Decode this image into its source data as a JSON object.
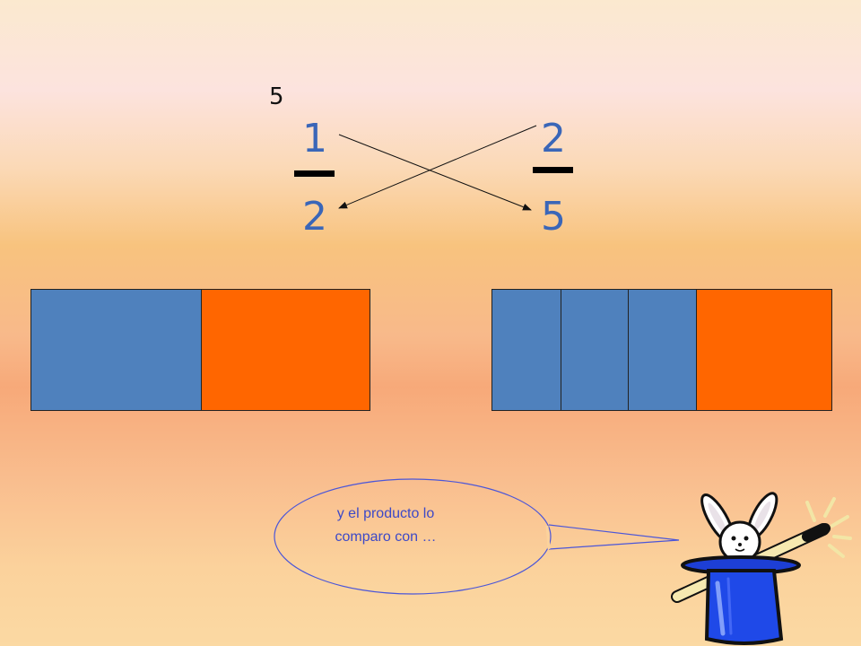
{
  "fraction_a": {
    "numerator": "1",
    "denominator": "2"
  },
  "fraction_b": {
    "numerator": "2",
    "denominator": "5"
  },
  "product_note": "5",
  "strip_a": [
    "blue",
    "orange"
  ],
  "strip_b": [
    "blue",
    "blue",
    "blue",
    "orange"
  ],
  "speech_bubble": {
    "text": "y el producto lo comparo con …"
  },
  "colors": {
    "blue": "#4f81bd",
    "orange": "#ff6600",
    "digit": "#3a66b8",
    "bubble_text": "#3d49c7"
  },
  "icons": {
    "magician_hat": "rabbit-in-hat-icon",
    "wand": "magic-wand-icon"
  }
}
